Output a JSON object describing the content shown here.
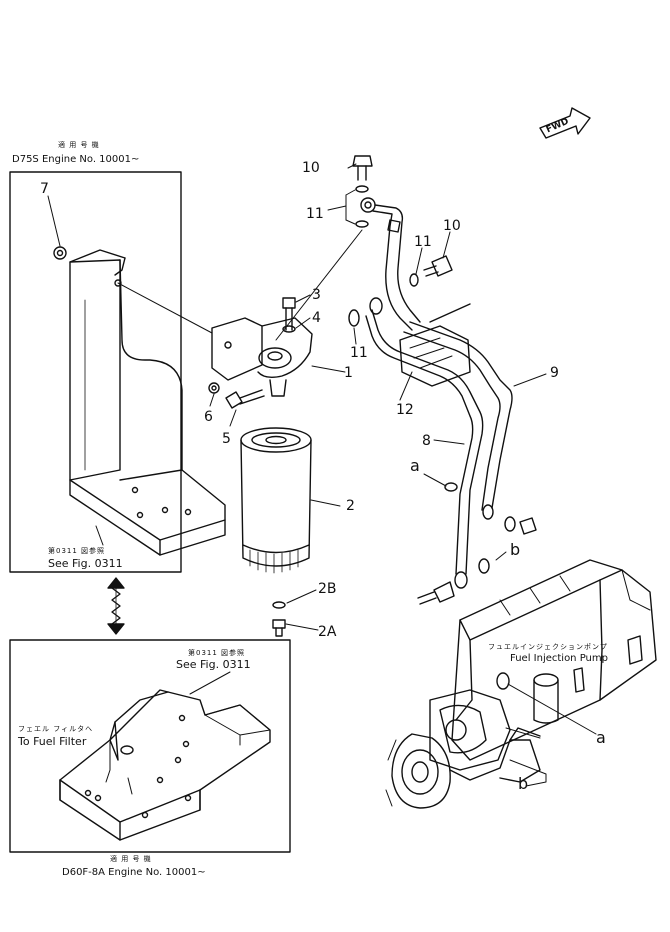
{
  "top_box": {
    "applicable_jp": "適 用 号 機",
    "model_engine": "D75S  Engine No. 10001~",
    "see_fig_jp": "第0311 図参照",
    "see_fig": "See Fig. 0311"
  },
  "bottom_box": {
    "see_fig_jp": "第0311 図参照",
    "see_fig": "See Fig. 0311",
    "to_filter_jp": "フェエル フィルタへ",
    "to_filter": "To Fuel Filter",
    "applicable_jp": "適 用 号 機",
    "model_engine": "D60F-8A Engine No. 10001~"
  },
  "pump": {
    "label_jp": "フュエルインジェクションポンプ",
    "label": "Fuel Injection Pump"
  },
  "fwd_label": "FWD",
  "callouts": {
    "c1": "1",
    "c2": "2",
    "c2a": "2A",
    "c2b": "2B",
    "c3": "3",
    "c4": "4",
    "c5": "5",
    "c6": "6",
    "c7": "7",
    "c8": "8",
    "c9": "9",
    "c10a": "10",
    "c10b": "10",
    "c11a": "11",
    "c11b": "11",
    "c11c": "11",
    "c12": "12",
    "ca1": "a",
    "ca2": "a",
    "cb1": "b",
    "cb2": "b"
  }
}
